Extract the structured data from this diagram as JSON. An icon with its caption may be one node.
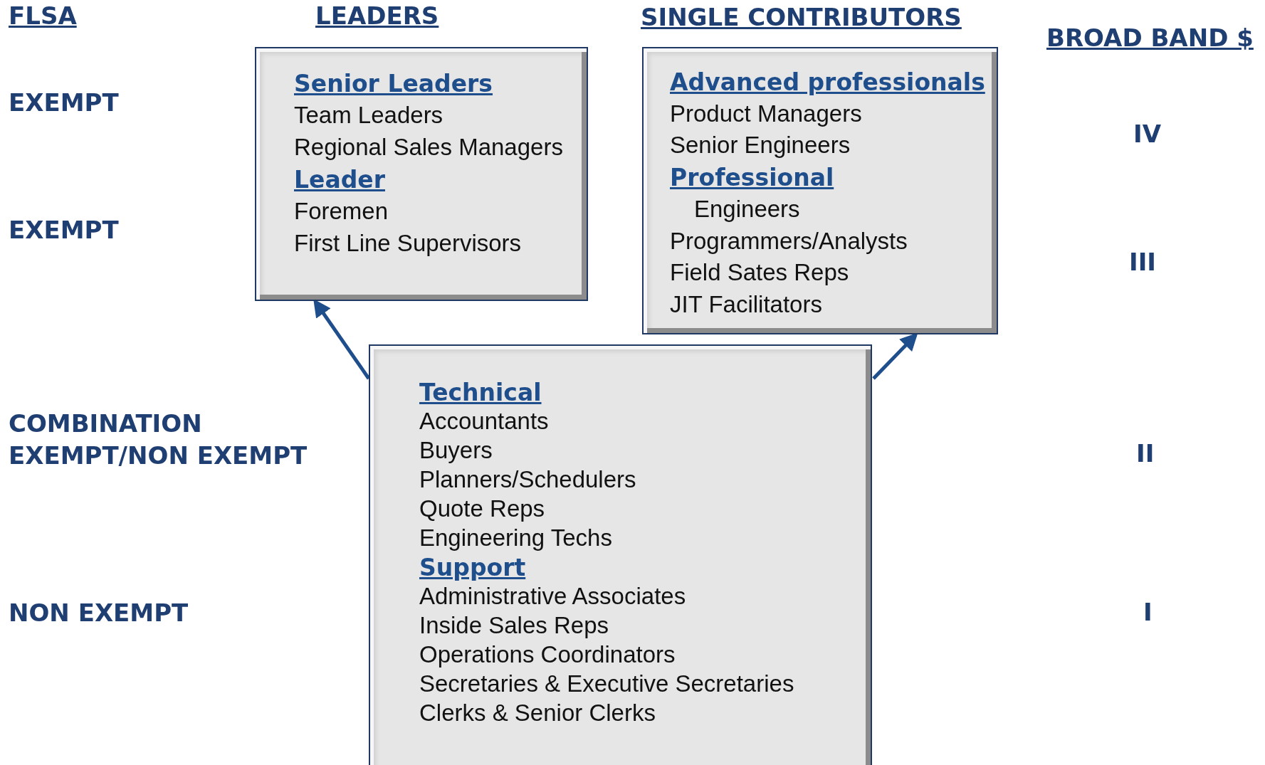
{
  "diagram": {
    "nodes": [
      {
        "text": [
          "Senior Leaders",
          "Team Leaders",
          "Regional Sales Managers",
          "Leader",
          "Foremen",
          "First Line Supervisors"
        ]
      },
      {
        "text": [
          "Advanced professionals",
          "Product Managers",
          "Senior Engineers",
          "Professional",
          "Engineers",
          "Programmers/Analysts",
          "Field Sates Reps",
          "JIT Facilitators"
        ]
      },
      {
        "text": [
          "Technical",
          "Accountants",
          "Buyers",
          "Planners/Schedulers",
          "Quote Reps",
          "Engineering Techs",
          "Support",
          "Administrative Associates",
          "Inside Sales Reps",
          "Operations Coordinators",
          "Secretaries & Executive Secretaries",
          "Clerks & Senior Clerks"
        ]
      }
    ],
    "edges": [
      {
        "from": 2,
        "to": 0,
        "arrow": "to"
      },
      {
        "from": 2,
        "to": 1,
        "arrow": "to"
      }
    ],
    "labels": [
      "FLSA",
      "LEADERS",
      "SINGLE CONTRIBUTORS",
      "BROAD BAND $",
      "EXEMPT",
      "IV",
      "EXEMPT",
      "III",
      "COMBINATION EXEMPT/NON EXEMPT",
      "II",
      "NON EXEMPT",
      "I"
    ]
  }
}
